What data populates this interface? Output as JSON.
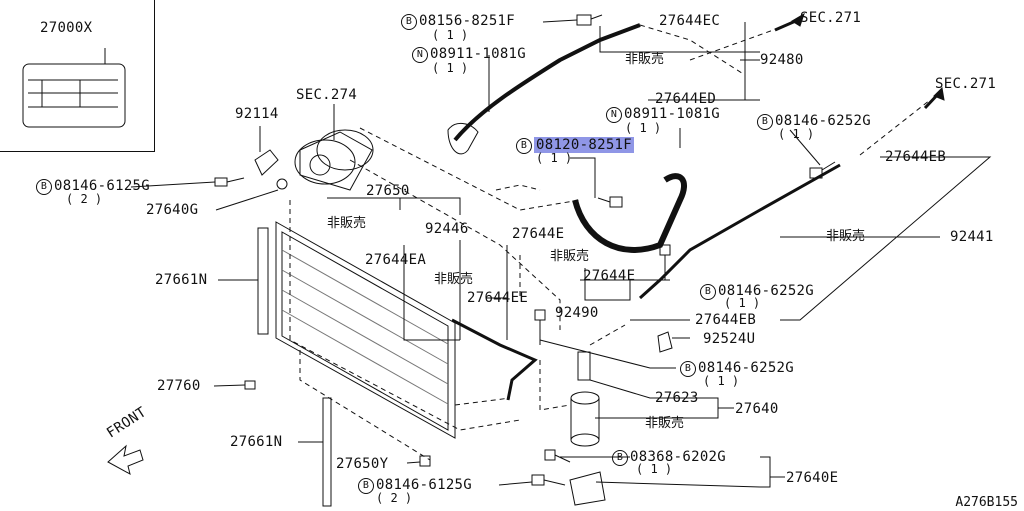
{
  "diagram_id": "A276B155",
  "inset": {
    "part": "27000X"
  },
  "labels": {
    "sec271_top": "SEC.271",
    "sec271_right": "SEC.271",
    "sec274": "SEC.274",
    "p92114": "92114",
    "p08146_6125_top": "08146-6125G",
    "p08146_6125_top_qty": "( 2 )",
    "p27640g": "27640G",
    "p27661n_a": "27661N",
    "p27661n_b": "27661N",
    "p27760": "27760",
    "p27650": "27650",
    "p27650y": "27650Y",
    "p08146_6125_bot": "08146-6125G",
    "p08146_6125_bot_qty": "( 2 )",
    "p08156": "08156-8251F",
    "p08156_qty": "( 1 )",
    "p27644ec": "27644EC",
    "p08911_a": "08911-1081G",
    "p08911_a_qty": "( 1 )",
    "p92480": "92480",
    "p27644ed": "27644ED",
    "p08911_b": "08911-1081G",
    "p08911_b_qty": "( 1 )",
    "p08120": "08120-8251F",
    "p08120_qty": "( 1 )",
    "p08146_6252_a": "08146-6252G",
    "p08146_6252_a_qty": "( 1 )",
    "p27644eb_a": "27644EB",
    "p92441": "92441",
    "p92446": "92446",
    "p27644e_a": "27644E",
    "p27644ea": "27644EA",
    "p27644e_b": "27644E",
    "p27644ee": "27644EE",
    "p92490": "92490",
    "p08146_6252_b": "08146-6252G",
    "p08146_6252_b_qty": "( 1 )",
    "p27644eb_b": "27644EB",
    "p92524u": "92524U",
    "p08146_6252_c": "08146-6252G",
    "p08146_6252_c_qty": "( 1 )",
    "p27623": "27623",
    "p27640": "27640",
    "p08368": "08368-6202G",
    "p08368_qty": "( 1 )",
    "p27640e": "27640E",
    "front": "FRONT"
  },
  "jp_not_sold": "非販売",
  "prefix": {
    "N": "N",
    "B": "B"
  }
}
